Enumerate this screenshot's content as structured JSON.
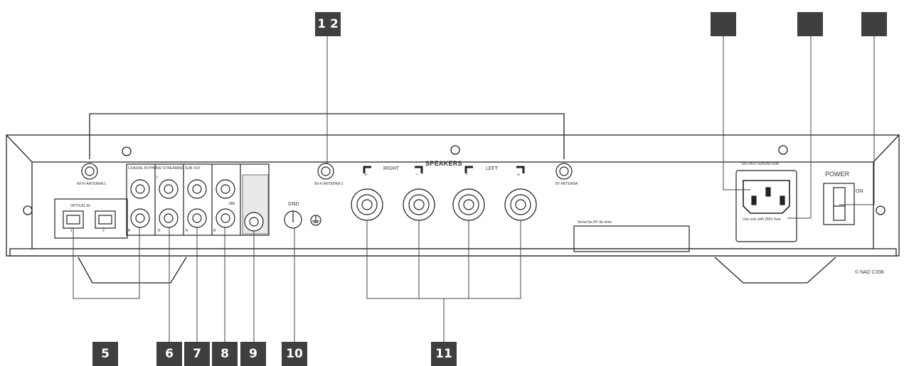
{
  "callouts": {
    "c5": "5",
    "c6": "6",
    "c7": "7",
    "c8": "8",
    "c9": "9",
    "c10": "10",
    "c11": "11",
    "c12": "1 2",
    "c_a": "",
    "c_b": "",
    "c_c": ""
  },
  "panel": {
    "section_header": "COAXIAL IN   PHONO   STREAMING   SUB OUT",
    "optical_in": "OPTICAL IN",
    "optical_1": "1",
    "optical_2": "2",
    "left_r": "R",
    "left_l": "L",
    "r_mark_1": "R",
    "r_mark_2": "R",
    "r_mark_3": "R",
    "mm": "MM",
    "gnd": "GND",
    "wifi_antenna": "WI-FI ANTENNA 1",
    "bt_antenna": "Wi-Fi ANTENNA 2",
    "right_antenna": "BT ANTENNA",
    "speakers": "SPEAKERS",
    "right": "RIGHT",
    "left": "LEFT",
    "plus_r": "+",
    "minus_r": "−",
    "minus_l": "−",
    "plus_l": "+",
    "serial": "Serial No./N° de série",
    "mains_rating": "100-240V 50/60Hz 60W",
    "fuse_note": "Use only with 250V fuse",
    "power": "POWER",
    "on": "ON",
    "copyright": "© NAD C338"
  }
}
